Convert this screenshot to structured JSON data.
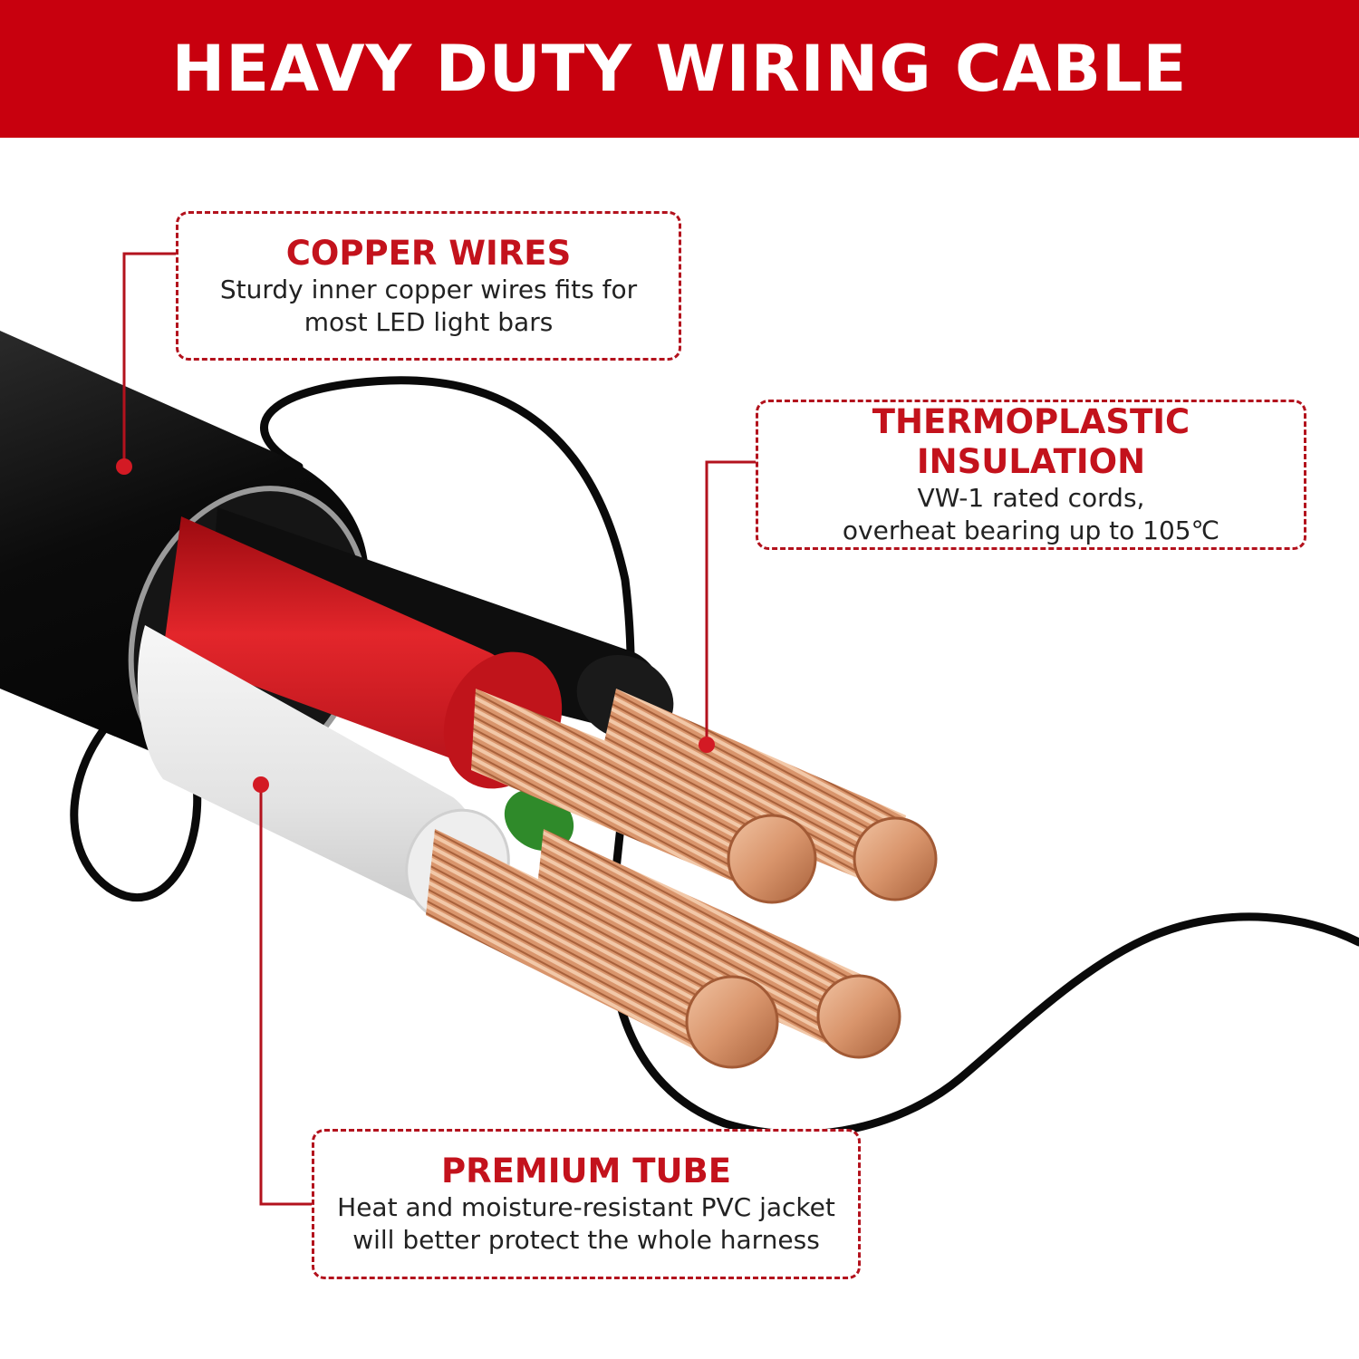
{
  "banner": {
    "title": "HEAVY DUTY WIRING CABLE"
  },
  "colors": {
    "accent_red": "#c8000e",
    "callout_border": "#b3121d",
    "copper": "#d9956c",
    "jacket_black": "#0b0b0b"
  },
  "callouts": {
    "copper_wires": {
      "title": "COPPER WIRES",
      "lines": [
        "Sturdy inner copper wires fits for",
        "most LED light bars"
      ]
    },
    "thermoplastic_insulation": {
      "title": "THERMOPLASTIC INSULATION",
      "lines": [
        "VW-1 rated cords,",
        "overheat bearing up to 105℃"
      ]
    },
    "premium_tube": {
      "title": "PREMIUM TUBE",
      "lines": [
        "Heat and moisture-resistant PVC jacket",
        "will better protect the whole harness"
      ]
    }
  }
}
